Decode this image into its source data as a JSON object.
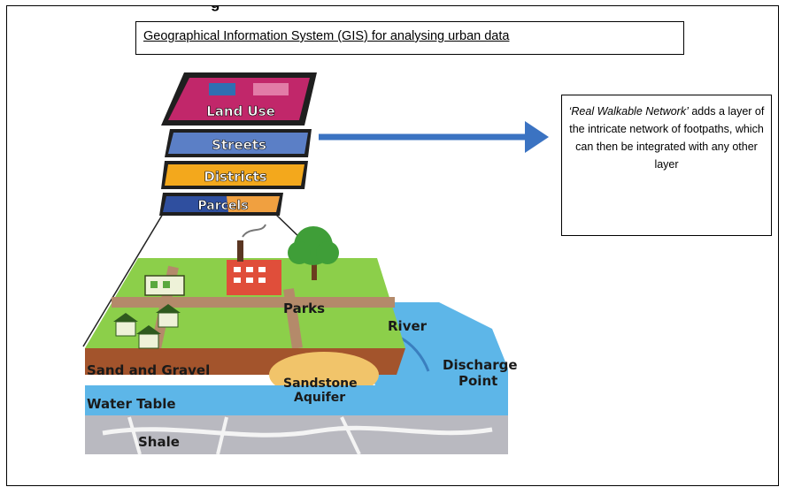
{
  "page_heading_fragment": "g",
  "title": "Geographical Information System (GIS) for analysing urban data",
  "callout": {
    "title": "‘Real Walkable Network’",
    "text": "adds a layer of the intricate network of footpaths, which can then be integrated with any other layer"
  },
  "layers": {
    "land_use": "Land Use",
    "streets": "Streets",
    "districts": "Districts",
    "parcels": "Parcels"
  },
  "ground": {
    "parks": "Parks",
    "river": "River",
    "sand_gravel": "Sand and Gravel",
    "sandstone_line1": "Sandstone",
    "sandstone_line2": "Aquifer",
    "discharge_line1": "Discharge",
    "discharge_line2": "Point",
    "water_table": "Water Table",
    "shale": "Shale"
  },
  "colors": {
    "arrow": "#3b73c2",
    "land_use": "#c1276a",
    "streets": "#5b7fc6",
    "districts": "#f3a81c",
    "parcels": "#2f4f9f",
    "grass": "#8ccf4a",
    "soil": "#a3542c",
    "water": "#5db6e8",
    "shale": "#b9b9c0"
  },
  "icons": [
    "right-arrow-icon",
    "house-icon",
    "factory-icon",
    "tree-icon"
  ]
}
